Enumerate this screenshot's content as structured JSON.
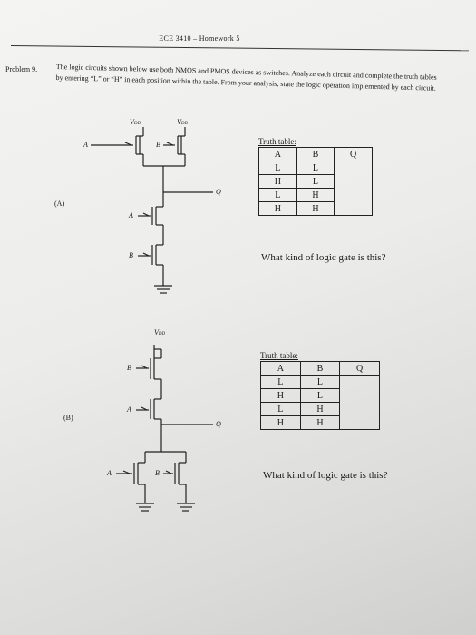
{
  "header": {
    "title": "ECE 3410 – Homework 5"
  },
  "problem": {
    "label": "Problem 9.",
    "text": "The logic circuits shown below use both NMOS and PMOS devices as switches. Analyze each circuit and complete the truth tables by entering “L” or “H” in each position within the table. From your analysis, state the logic operation implemented by each circuit."
  },
  "circuit_a": {
    "part_label": "(A)",
    "vdd_main": "V",
    "vdd_sub": "DD",
    "input_a": "A",
    "input_b": "B",
    "output": "Q",
    "truth_table": {
      "title": "Truth table:",
      "headers": [
        "A",
        "B",
        "Q"
      ],
      "rows": [
        [
          "L",
          "L",
          ""
        ],
        [
          "H",
          "L",
          ""
        ],
        [
          "L",
          "H",
          ""
        ],
        [
          "H",
          "H",
          ""
        ]
      ]
    },
    "question": "What kind of logic gate is this?"
  },
  "circuit_b": {
    "part_label": "(B)",
    "vdd_main": "V",
    "vdd_sub": "DD",
    "input_a": "A",
    "input_b": "B",
    "output": "Q",
    "truth_table": {
      "title": "Truth table:",
      "headers": [
        "A",
        "B",
        "Q"
      ],
      "rows": [
        [
          "L",
          "L",
          ""
        ],
        [
          "H",
          "L",
          ""
        ],
        [
          "L",
          "H",
          ""
        ],
        [
          "H",
          "H",
          ""
        ]
      ]
    },
    "question": "What kind of logic gate is this?"
  }
}
